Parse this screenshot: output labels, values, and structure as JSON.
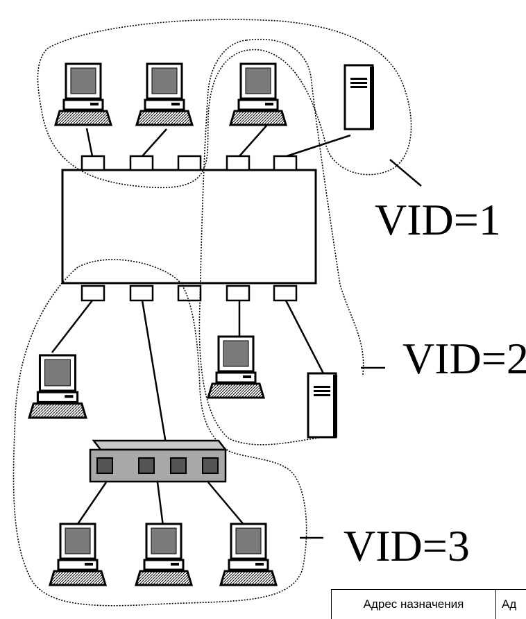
{
  "labels": {
    "vid1": "VID=1",
    "vid2": "VID=2",
    "vid3": "VID=3"
  },
  "table": {
    "header_col1": "Адрес назначения",
    "header_col2": "Ад"
  },
  "icons": [
    "computer-icon",
    "server-icon",
    "switch-icon",
    "hub-icon",
    "port-icon"
  ],
  "colors": {
    "stroke": "#000000",
    "screen": "#7a7a7a",
    "hub": "#a8a8a8",
    "background": "#ffffff"
  }
}
